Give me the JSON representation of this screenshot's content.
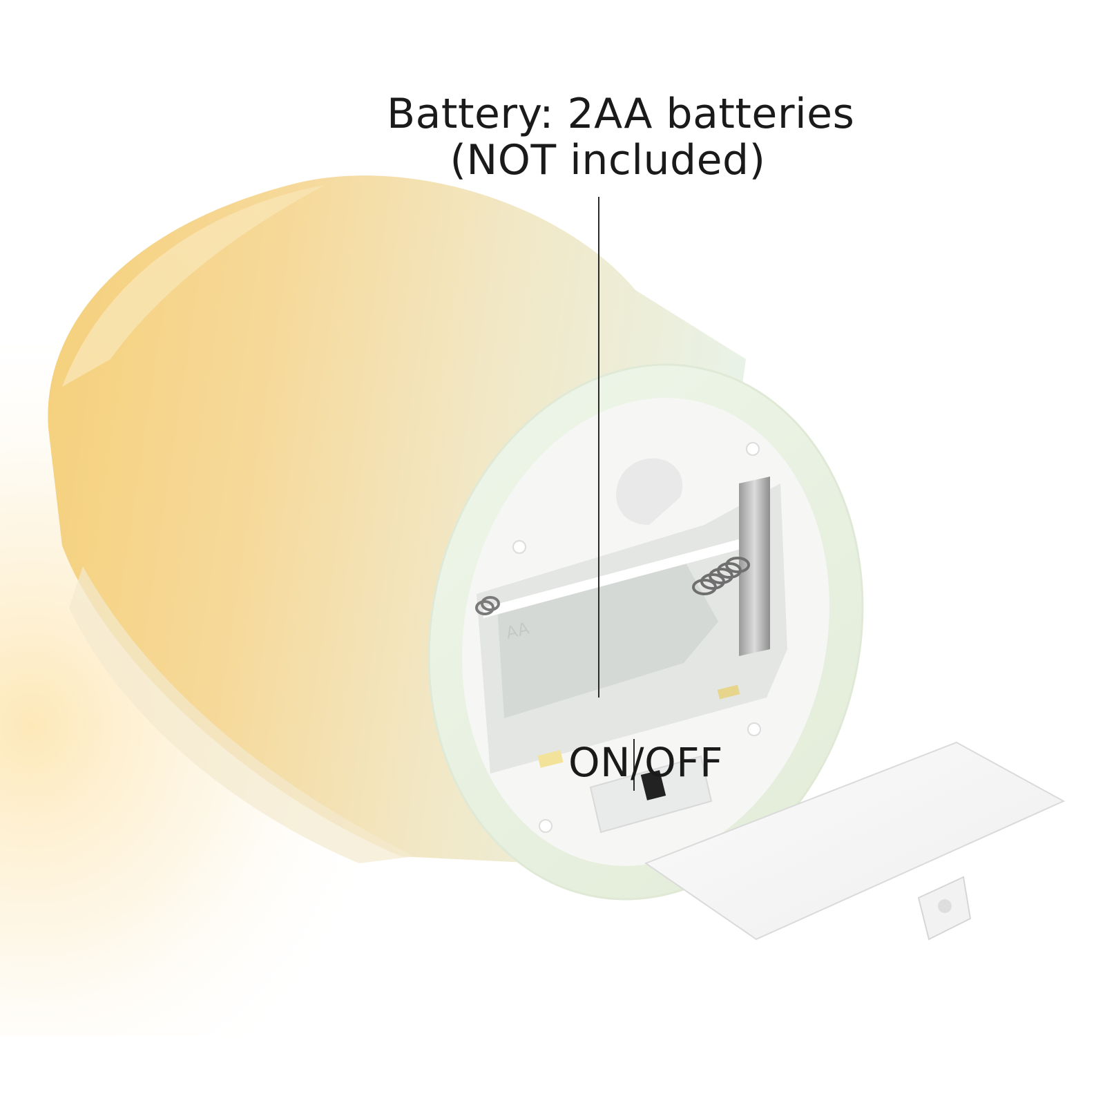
{
  "callouts": {
    "battery_line1": "Battery: 2AA batteries",
    "battery_line2": "(NOT included)",
    "switch_label": "ON/OFF"
  },
  "colors": {
    "background": "#ffffff",
    "candle_warm": "#f4d48a",
    "candle_pale": "#eef3df",
    "compartment": "#f7f7f6",
    "label_text": "#1a1a1a"
  }
}
